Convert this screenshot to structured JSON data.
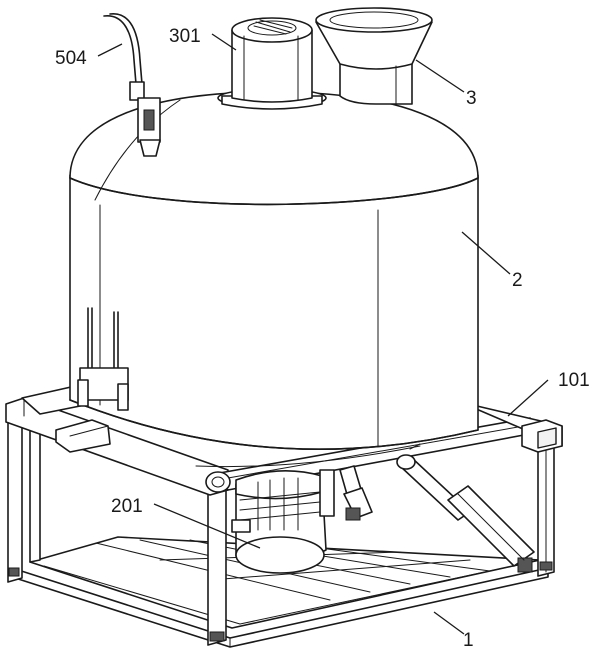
{
  "labels": {
    "l504": "504",
    "l301": "301",
    "l3": "3",
    "l2": "2",
    "l101": "101",
    "l201": "201",
    "l1": "1"
  }
}
